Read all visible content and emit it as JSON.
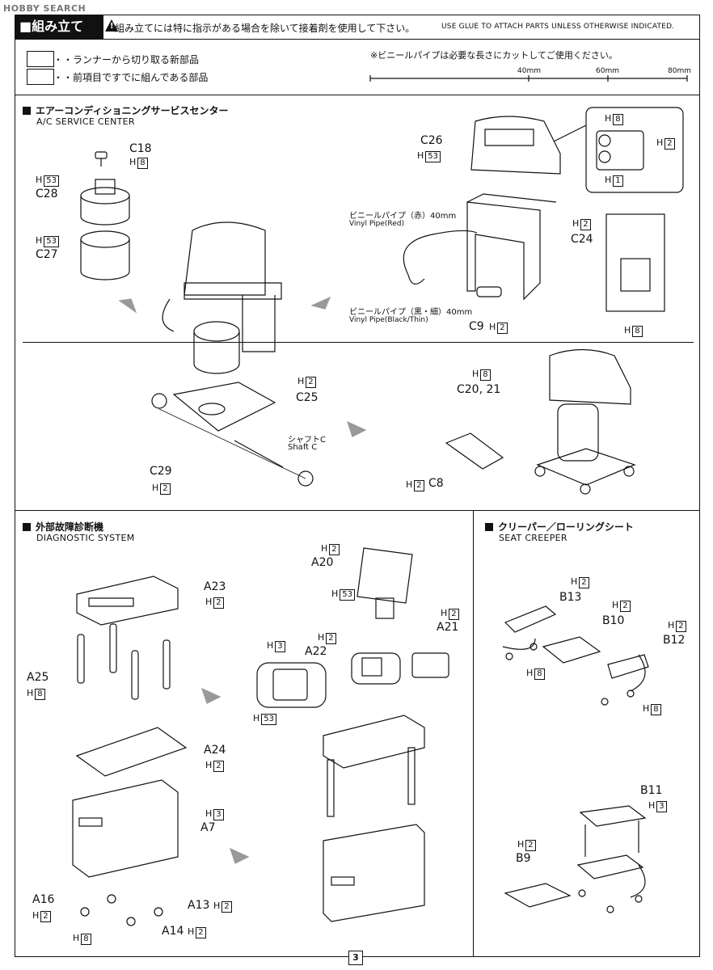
{
  "watermark": "HOBBY SEARCH",
  "header": {
    "title": "組み立て",
    "note_jp": "組み立てには特に指示がある場合を除いて接着剤を使用して下さい。",
    "note_en": "USE GLUE TO ATTACH PARTS UNLESS OTHERWISE INDICATED."
  },
  "legend": {
    "new_parts": "・・ランナーから切り取る新部品",
    "built_parts": "・・前項目ですでに組んである部品",
    "vinyl_note": "※ビニールパイプは必要な長さにカットしてご使用ください。",
    "ruler": [
      "40mm",
      "60mm",
      "80mm"
    ]
  },
  "ac_section": {
    "title_jp": "エアーコンディショニングサービスセンター",
    "title_en": "A/C SERVICE CENTER",
    "parts": {
      "c18": "C18",
      "c18_h": "8",
      "c28": "C28",
      "c28_h": "53",
      "c27": "C27",
      "c27_h": "53",
      "c26": "C26",
      "c26_h": "53",
      "c24": "C24",
      "c24_h": "2",
      "c9": "C9",
      "c9_h": "2",
      "c25": "C25",
      "c25_h": "2",
      "c29": "C29",
      "c29_h": "2",
      "c8": "C8",
      "c8_h": "2",
      "c20_21": "C20, 21",
      "c20_h": "8",
      "detail_h8": "8",
      "detail_h2": "2",
      "detail_h1": "1",
      "side_h8": "8"
    },
    "vinyl_red_jp": "ビニールパイプ（赤）40mm",
    "vinyl_red_en": "Vinyl Pipe(Red)",
    "vinyl_black_jp": "ビニールパイプ（黒・細）40mm",
    "vinyl_black_en": "Vinyl Pipe(Black/Thin)",
    "shaft_jp": "シャフトC",
    "shaft_en": "Shaft C"
  },
  "diag_section": {
    "title_jp": "外部故障診断機",
    "title_en": "DIAGNOSTIC SYSTEM",
    "parts": {
      "a23": "A23",
      "a23_h": "2",
      "a25": "A25",
      "a25_h": "8",
      "a24": "A24",
      "a24_h": "2",
      "a7": "A7",
      "a7_h": "3",
      "a16": "A16",
      "a16_h": "2",
      "a13": "A13",
      "a13_h": "2",
      "a14": "A14",
      "a14_h": "2",
      "casters_h": "8",
      "a20": "A20",
      "a20_h": "2",
      "a20_h2": "53",
      "a22": "A22",
      "a22_h": "2",
      "a21": "A21",
      "a21_h": "2",
      "scanner_h3": "3",
      "scanner_h53": "53"
    }
  },
  "creeper_section": {
    "title_jp": "クリーパー／ローリングシート",
    "title_en": "SEAT CREEPER",
    "parts": {
      "b13": "B13",
      "b13_h": "2",
      "b10": "B10",
      "b10_h": "2",
      "b12": "B12",
      "b12_h": "2",
      "wheels_h_left": "8",
      "wheels_h_right": "8",
      "b11": "B11",
      "b11_h": "3",
      "b9": "B9",
      "b9_h": "2"
    }
  },
  "hmark": "H",
  "page_number": "3"
}
